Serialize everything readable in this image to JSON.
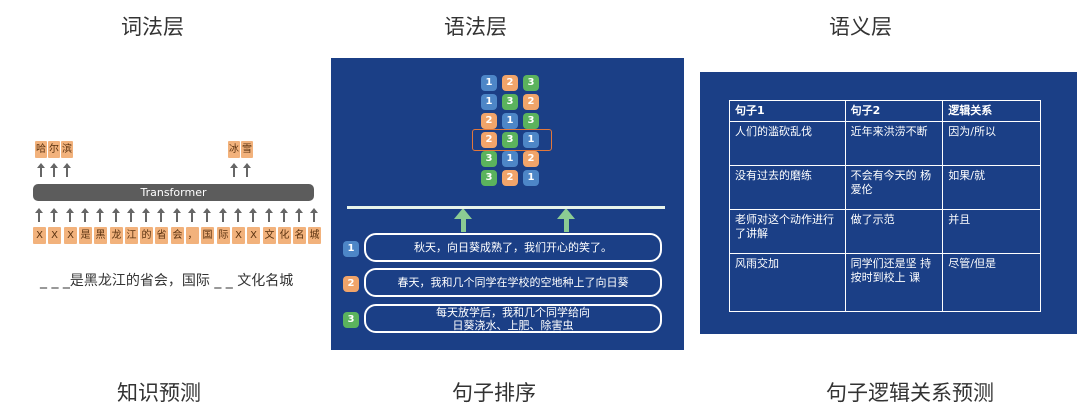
{
  "headings": {
    "lexical": "词法层",
    "syntactic": "语法层",
    "semantic": "语义层"
  },
  "captions": {
    "knowledge": "知识预测",
    "ordering": "句子排序",
    "logic": "句子逻辑关系预测"
  },
  "lexical_panel": {
    "top_tokens_left": [
      "哈",
      "尔",
      "滨"
    ],
    "top_tokens_right": [
      "冰",
      "雪"
    ],
    "transformer_label": "Transformer",
    "input_tokens": [
      "X",
      "X",
      "X",
      "是",
      "黑",
      "龙",
      "江",
      "的",
      "省",
      "会",
      "，",
      "国",
      "际",
      "X",
      "X",
      "文",
      "化",
      "名",
      "城"
    ],
    "sentence": "_ _ _是黑龙江的省会，国际 _ _ 文化名城"
  },
  "ordering_panel": {
    "permutations": [
      [
        "1",
        "2",
        "3"
      ],
      [
        "1",
        "3",
        "2"
      ],
      [
        "2",
        "1",
        "3"
      ],
      [
        "2",
        "3",
        "1"
      ],
      [
        "3",
        "1",
        "2"
      ],
      [
        "3",
        "2",
        "1"
      ]
    ],
    "sentences": [
      {
        "num": "1",
        "text": "秋天，向日葵成熟了，我们开心的笑了。"
      },
      {
        "num": "2",
        "text": "春天，我和几个同学在学校的空地种上了向日葵"
      },
      {
        "num": "3",
        "text": "每天放学后，我和几个同学给向日葵浇水、上肥、除害虫"
      }
    ]
  },
  "logic_panel": {
    "headers": [
      "句子1",
      "句子2",
      "逻辑关系"
    ],
    "rows": [
      [
        "人们的滥砍乱伐",
        "近年来洪涝不断",
        "因为/所以"
      ],
      [
        "没有过去的磨练",
        "不会有今天的 杨爱伦",
        "如果/就"
      ],
      [
        "老师对这个动作进行了讲解",
        "做了示范",
        "并且"
      ],
      [
        "风雨交加",
        "同学们还是坚 持按时到校上 课",
        "尽管/但是"
      ]
    ]
  },
  "colors": {
    "token": "#f2b27c",
    "panel_blue": "#1b3f86",
    "order1": "#4d86c7",
    "order2": "#f1a46a",
    "order3": "#5bb35d"
  }
}
